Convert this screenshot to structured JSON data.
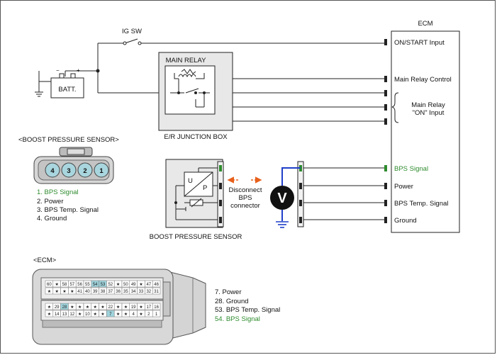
{
  "ecm_box": {
    "title": "ECM",
    "pins": [
      "ON/START Input",
      "Main Relay Control",
      "Main Relay \"ON\" Input",
      "BPS Signal",
      "Power",
      "BPS Temp. Signal",
      "Ground"
    ],
    "main_relay_on_input_lines": [
      "Main Relay",
      "\"ON\" Input"
    ]
  },
  "labels": {
    "ig_sw": "IG SW",
    "batt": "BATT.",
    "main_relay": "MAIN RELAY",
    "junction_box": "E/R JUNCTION BOX",
    "boost_sensor_header": "<BOOST PRESSURE SENSOR>",
    "boost_sensor_caption": "BOOST PRESSURE SENSOR",
    "disconnect": [
      "Disconnect",
      "BPS",
      "connector"
    ],
    "voltmeter": "V",
    "ecm_header": "<ECM>",
    "sensor_U": "U",
    "sensor_P": "P"
  },
  "sensor_pins": {
    "numbers": [
      "4",
      "3",
      "2",
      "1"
    ],
    "list": [
      "1. BPS Signal",
      "2. Power",
      "3. BPS Temp. Signal",
      "4. Ground"
    ]
  },
  "ecm_pins_list": [
    "7. Power",
    "28. Ground",
    "53. BPS Temp. Signal",
    "54. BPS Signal"
  ],
  "ecm_connector": {
    "row1": [
      "60",
      "★",
      "58",
      "57",
      "56",
      "55",
      "54",
      "53",
      "52",
      "★",
      "50",
      "49",
      "★",
      "47",
      "46"
    ],
    "row2": [
      "★",
      "★",
      "★",
      "★",
      "41",
      "40",
      "39",
      "38",
      "37",
      "36",
      "35",
      "34",
      "33",
      "32",
      "31"
    ],
    "row3": [
      "★",
      "29",
      "28",
      "★",
      "★",
      "★",
      "★",
      "★",
      "22",
      "★",
      "★",
      "19",
      "★",
      "17",
      "16"
    ],
    "row4": [
      "★",
      "14",
      "13",
      "12",
      "★",
      "10",
      "★",
      "★",
      "7",
      "★",
      "★",
      "4",
      "★",
      "2",
      "1"
    ],
    "highlighted": [
      "54",
      "53",
      "28",
      "7"
    ]
  },
  "colors": {
    "highlight_text": "#2e8b2e",
    "arrow": "#e8601c",
    "probe_wire": "#1f3fc8",
    "pin_highlight": "#9fd3dc",
    "sensor_pin_fill": "#a9d6de"
  }
}
